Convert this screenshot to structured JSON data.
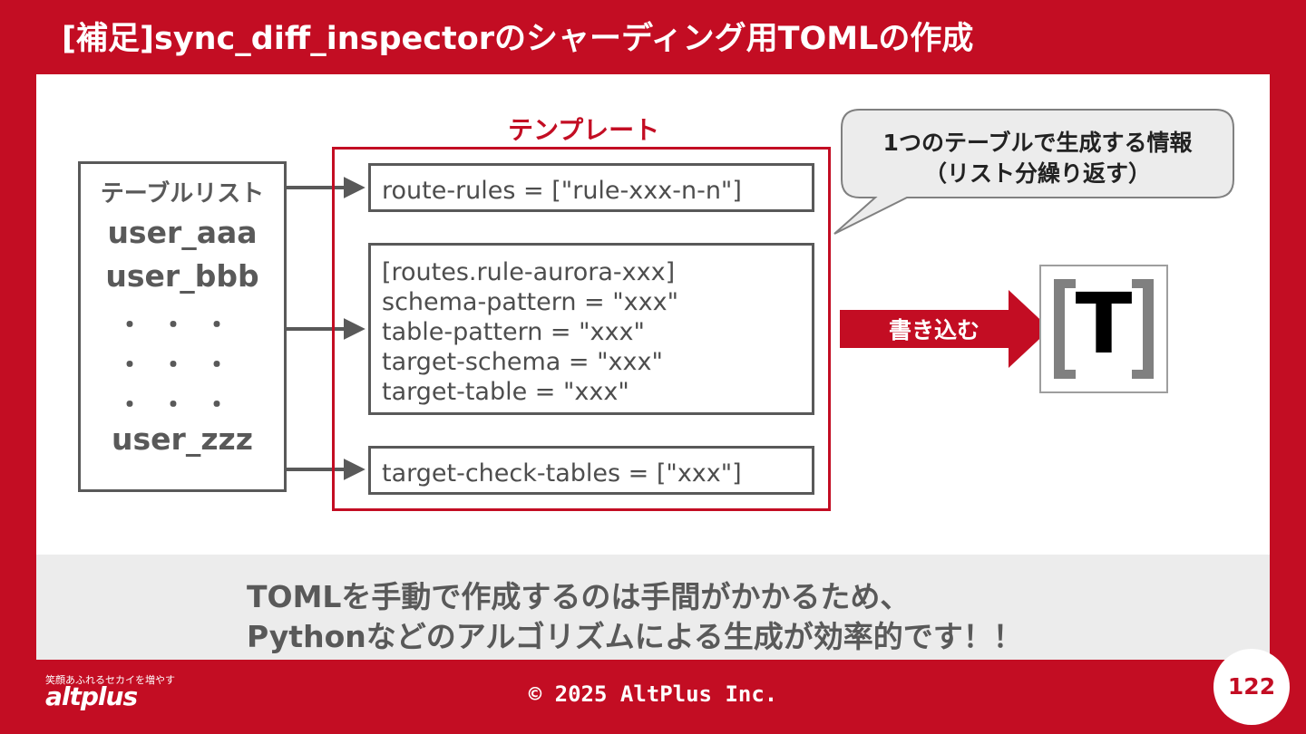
{
  "slide": {
    "title": "[補足]sync_diff_inspectorのシャーディング用TOMLの作成",
    "table_list": {
      "header": "テーブルリスト",
      "items": [
        "user_aaa",
        "user_bbb"
      ],
      "dots": [
        "・・・",
        "・・・",
        "・・・"
      ],
      "last_item": "user_zzz"
    },
    "template": {
      "label": "テンプレート",
      "route_rules": "route-rules = [\"rule-xxx-n-n\"]",
      "routes_block": [
        "[routes.rule-aurora-xxx]",
        "schema-pattern = \"xxx\"",
        "table-pattern = \"xxx\"",
        "target-schema = \"xxx\"",
        "target-table = \"xxx\""
      ],
      "check_tables": "target-check-tables = [\"xxx\"]"
    },
    "bubble": {
      "line1": "1つのテーブルで生成する情報",
      "line2": "（リスト分繰り返す）"
    },
    "write_arrow_label": "書き込む",
    "toml_icon_letter": "T",
    "bottom_lines": [
      "TOMLを手動で作成するのは手間がかかるため、",
      "Pythonなどのアルゴリズムによる生成が効率的です！！"
    ]
  },
  "footer": {
    "copyright": "© 2025 AltPlus Inc.",
    "page_number": "122",
    "logo_tagline": "笑顔あふれるセカイを増やす",
    "logo_text": "altplus"
  }
}
